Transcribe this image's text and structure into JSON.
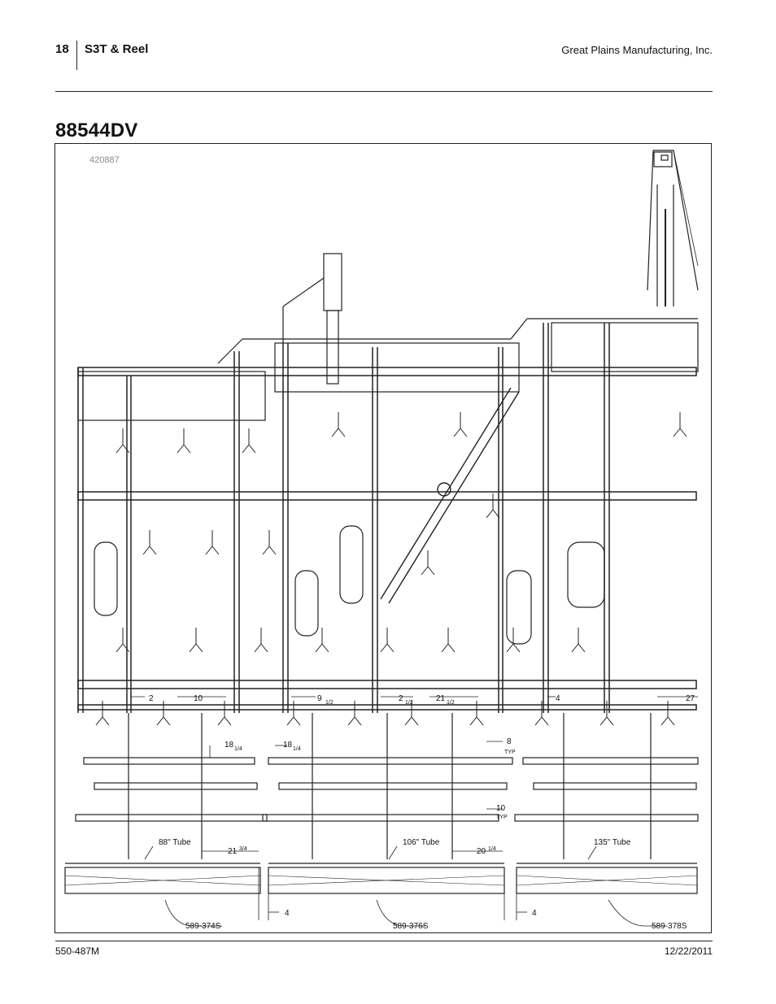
{
  "header": {
    "page_number": "18",
    "manual_title": "S3T & Reel",
    "company": "Great Plains Manufacturing, Inc."
  },
  "section": {
    "title": "88544DV"
  },
  "figure": {
    "image_id": "420887",
    "dimensions": {
      "d2": "2",
      "d10a": "10",
      "d9": "9",
      "d9frac": "1/2",
      "d2b": "2",
      "d2bfrac": "1/2",
      "d21": "21",
      "d21frac": "1/2",
      "d4a": "4",
      "d27": "27",
      "d18a": "18",
      "d18afrac": "1/4",
      "d18b": "18",
      "d18bfrac": "1/4",
      "d8": "8",
      "typ1": "TYP",
      "d10b": "10",
      "typ2": "TYP",
      "d21b": "21",
      "d21bfrac": "3/4",
      "d20": "20",
      "d20frac": "1/4",
      "d4b": "4",
      "d4c": "4"
    },
    "tubes": {
      "t88": "88\" Tube",
      "t106": "106\" Tube",
      "t135": "135\" Tube"
    },
    "parts": {
      "p374": "589-374S",
      "p376": "589-376S",
      "p378": "589-378S"
    }
  },
  "footer": {
    "doc_number": "550-487M",
    "date": "12/22/2011"
  }
}
